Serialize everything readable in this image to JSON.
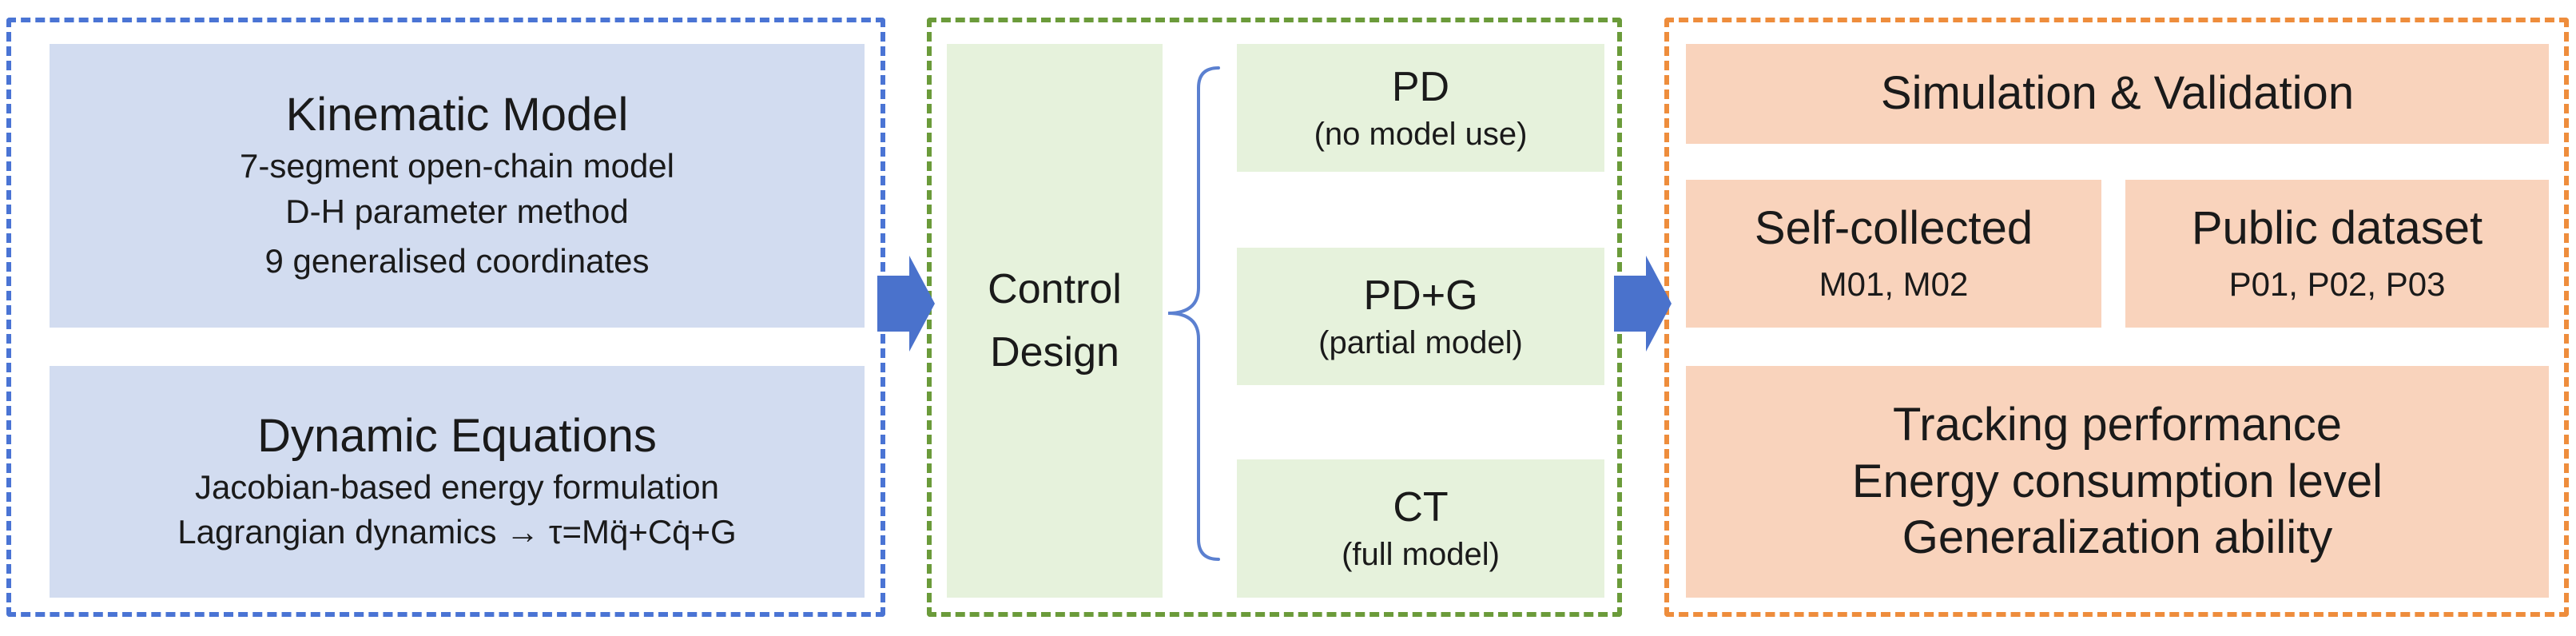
{
  "colors": {
    "blue_dash": "#4a74d4",
    "green_dash": "#6b9b3a",
    "orange_dash": "#ee8d3c",
    "blue_box": "#d2dcf0",
    "green_box": "#e6f2dc",
    "peach_box": "#f9d3bc",
    "arrow": "#4a72cc",
    "brace": "#5b80d0"
  },
  "modeling": {
    "kinematic": {
      "title": "Kinematic Model",
      "lines": [
        "7-segment open-chain model",
        "D-H parameter method",
        "9 generalised coordinates"
      ]
    },
    "dynamic": {
      "title": "Dynamic Equations",
      "lines": [
        "Jacobian-based energy formulation",
        "Lagrangian dynamics → τ=Mq̈+Cq̇+G"
      ]
    }
  },
  "control": {
    "label_line1": "Control",
    "label_line2": "Design",
    "controllers": [
      {
        "name": "PD",
        "desc": "(no model use)"
      },
      {
        "name": "PD+G",
        "desc": "(partial model)"
      },
      {
        "name": "CT",
        "desc": "(full model)"
      }
    ]
  },
  "validation": {
    "title": "Simulation & Validation",
    "self_collected": {
      "title": "Self-collected",
      "subjects": "M01, M02"
    },
    "public_dataset": {
      "title": "Public dataset",
      "subjects": "P01, P02, P03"
    },
    "metrics": [
      "Tracking performance",
      "Energy consumption level",
      "Generalization ability"
    ]
  }
}
